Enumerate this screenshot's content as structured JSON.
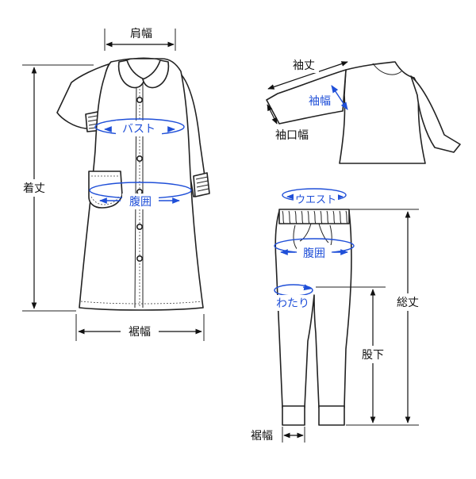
{
  "colors": {
    "outline": "#222222",
    "measure_blue": "#1f4fd8",
    "text": "#111111",
    "background": "#ffffff"
  },
  "dress": {
    "labels": {
      "shoulder": "肩幅",
      "length": "着丈",
      "bust": "バスト",
      "waist": "腹囲",
      "hem": "裾幅"
    }
  },
  "top": {
    "labels": {
      "sleeve_length": "袖丈",
      "sleeve_width": "袖幅",
      "cuff_width": "袖口幅"
    }
  },
  "pants": {
    "labels": {
      "waist": "ウエスト",
      "hip": "腹囲",
      "thigh": "わたり",
      "total_length": "総丈",
      "inseam": "股下",
      "hem": "裾幅"
    }
  }
}
